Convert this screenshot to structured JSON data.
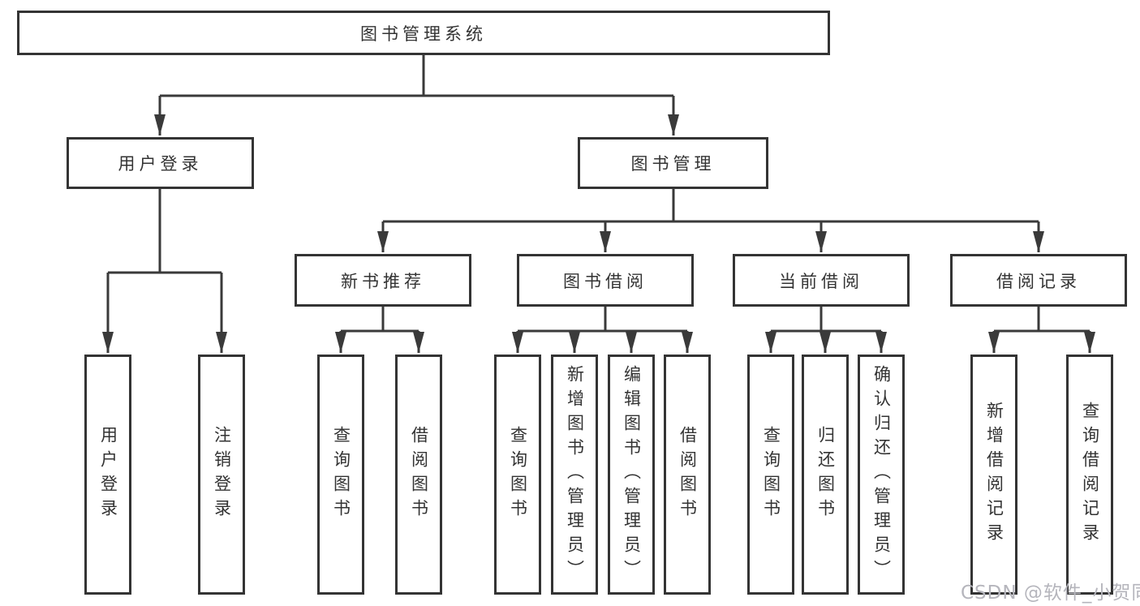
{
  "colors": {
    "line": "#3a3a3a",
    "box_border": "#343434",
    "text": "#333333",
    "background": "#ffffff",
    "watermark": "#b5b5bc"
  },
  "watermark": {
    "text": "CSDN @软件_小贺同学"
  },
  "diagram": {
    "root": "图书管理系统",
    "branches": [
      {
        "label": "用户登录",
        "children": [
          "用户登录",
          "注销登录"
        ]
      },
      {
        "label": "图书管理",
        "children": [
          {
            "label": "新书推荐",
            "children": [
              "查询图书",
              "借阅图书"
            ]
          },
          {
            "label": "图书借阅",
            "children": [
              "查询图书",
              "新增图书（管理员）",
              "编辑图书（管理员）",
              "借阅图书"
            ]
          },
          {
            "label": "当前借阅",
            "children": [
              "查询图书",
              "归还图书",
              "确认归还（管理员）"
            ]
          },
          {
            "label": "借阅记录",
            "children": [
              "新增借阅记录",
              "查询借阅记录"
            ]
          }
        ]
      }
    ]
  }
}
